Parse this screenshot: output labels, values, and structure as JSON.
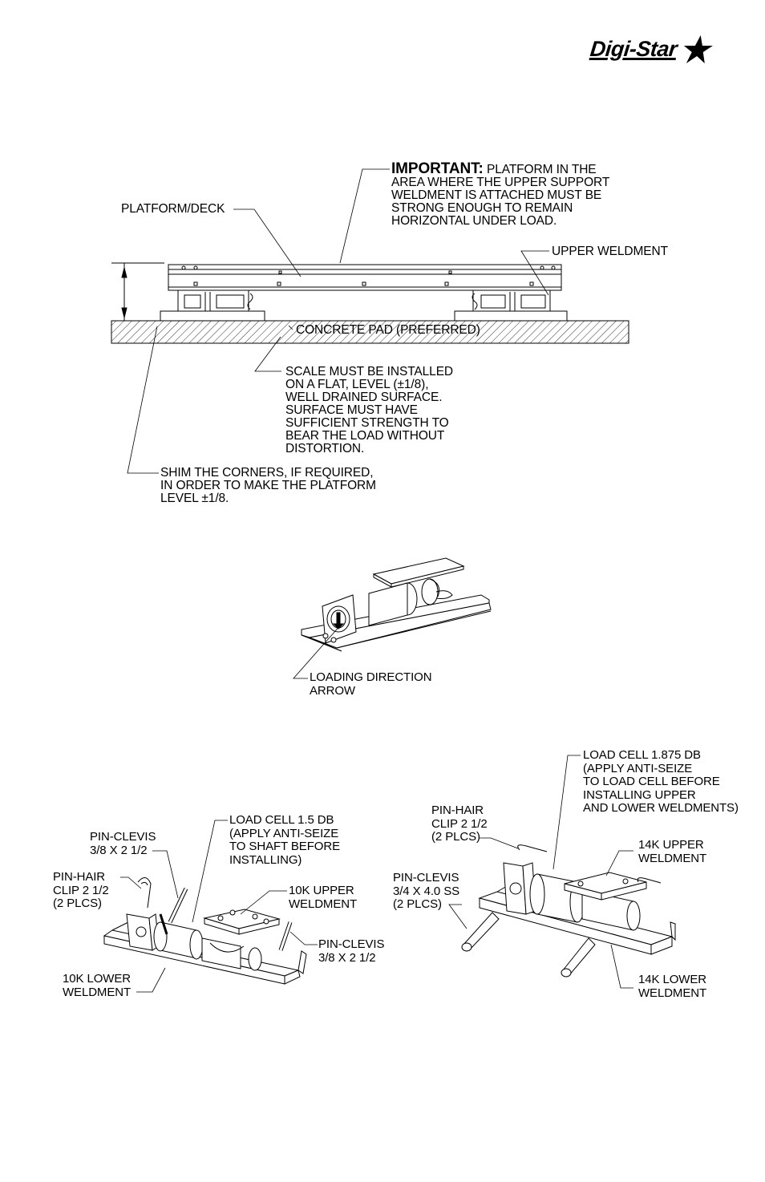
{
  "logo": {
    "text": "Digi-Star",
    "icon": "star-icon"
  },
  "platform_diagram": {
    "important_heading": "IMPORTANT:",
    "important_lines": [
      "PLATFORM IN THE",
      "AREA WHERE THE UPPER SUPPORT",
      "WELDMENT IS ATTACHED MUST BE",
      "STRONG ENOUGH TO REMAIN",
      "HORIZONTAL UNDER LOAD."
    ],
    "platform_deck_label": "PLATFORM/DECK",
    "upper_weldment_label": "UPPER WELDMENT",
    "concrete_pad_label": "CONCRETE PAD (PREFERRED)",
    "install_note_lines": [
      "SCALE MUST BE INSTALLED",
      "ON A FLAT, LEVEL (±1/8),",
      "WELL DRAINED SURFACE.",
      "SURFACE MUST HAVE",
      "SUFFICIENT STRENGTH TO",
      "BEAR THE LOAD WITHOUT",
      "DISTORTION."
    ],
    "shim_note_lines": [
      "SHIM THE CORNERS, IF REQUIRED,",
      "IN ORDER TO MAKE THE PLATFORM",
      "LEVEL  ±1/8."
    ]
  },
  "load_direction_diagram": {
    "arrow_label_lines": [
      "LOADING DIRECTION",
      "ARROW"
    ]
  },
  "assembly_10k": {
    "load_cell_lines": [
      "LOAD CELL 1.5 DB",
      "(APPLY ANTI-SEIZE",
      "TO SHAFT BEFORE",
      "INSTALLING)"
    ],
    "pin_clevis_top_lines": [
      "PIN-CLEVIS",
      "3/8 X 2 1/2"
    ],
    "pin_hair_lines": [
      "PIN-HAIR",
      "CLIP 2 1/2",
      "(2 PLCS)"
    ],
    "upper_weldment_lines": [
      "10K UPPER",
      "WELDMENT"
    ],
    "pin_clevis_right_lines": [
      "PIN-CLEVIS",
      "3/8 X 2 1/2"
    ],
    "lower_weldment_lines": [
      "10K LOWER",
      "WELDMENT"
    ]
  },
  "assembly_14k": {
    "load_cell_lines": [
      "LOAD CELL 1.875 DB",
      "(APPLY ANTI-SEIZE",
      "TO LOAD CELL BEFORE",
      "INSTALLING UPPER",
      "AND LOWER WELDMENTS)"
    ],
    "pin_hair_lines": [
      "PIN-HAIR",
      "CLIP 2 1/2",
      "(2 PLCS)"
    ],
    "upper_weldment_lines": [
      "14K UPPER",
      "WELDMENT"
    ],
    "pin_clevis_lines": [
      "PIN-CLEVIS",
      "3/4 X 4.0 SS",
      "(2 PLCS)"
    ],
    "lower_weldment_lines": [
      "14K LOWER",
      "WELDMENT"
    ]
  }
}
